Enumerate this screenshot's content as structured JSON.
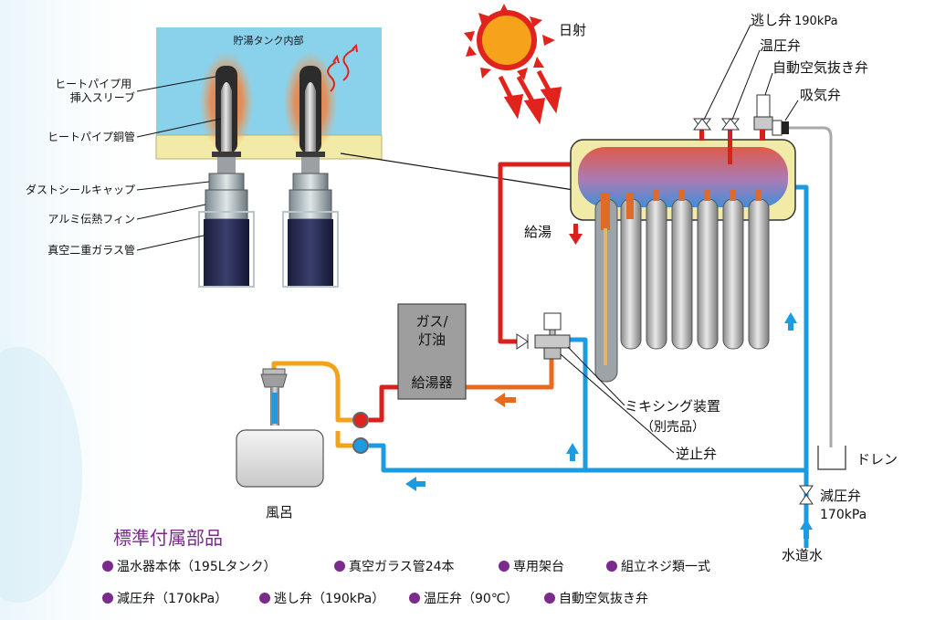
{
  "inset": {
    "title": "貯湯タンク内部",
    "callouts": [
      "ヒートパイプ用\n挿入スリーブ",
      "ヒートパイプ銅管",
      "ダストシールキャップ",
      "アルミ伝熱フィン",
      "真空二重ガラス管"
    ]
  },
  "sun": {
    "label": "日射"
  },
  "valves": {
    "relief": "逃し弁",
    "relief_pressure": "190kPa",
    "temp_pressure": "温圧弁",
    "auto_air": "自動空気抜き弁",
    "intake": "吸気弁"
  },
  "labels": {
    "hot_supply": "給湯",
    "heater_line1": "ガス/",
    "heater_line2": "灯油",
    "heater_line3": "給湯器",
    "mixing": "ミキシング装置",
    "mixing_sub": "（別売品）",
    "check_valve": "逆止弁",
    "bath": "風呂",
    "drain": "ドレン",
    "reducer": "減圧弁",
    "reducer_pressure": "170kPa",
    "tap_water": "水道水"
  },
  "accessories": {
    "heading": "標準付属部品",
    "row1": [
      "温水器本体（195Lタンク）",
      "真空ガラス管24本",
      "専用架台",
      "組立ネジ類一式"
    ],
    "row2": [
      "減圧弁（170kPa）",
      "逃し弁（190kPa）",
      "温圧弁（90℃）",
      "自動空気抜き弁"
    ]
  },
  "colors": {
    "hot": "#d8201c",
    "cold": "#1d9be0",
    "warm": "#e86a1f",
    "bath_mix": "#f3a21c",
    "accent_purple": "#7a2b8c",
    "inset_bg": "#8ad2ec"
  },
  "icons": [
    "sun-icon",
    "heat-arrow-icon",
    "valve-icon",
    "flow-arrow-icon"
  ]
}
